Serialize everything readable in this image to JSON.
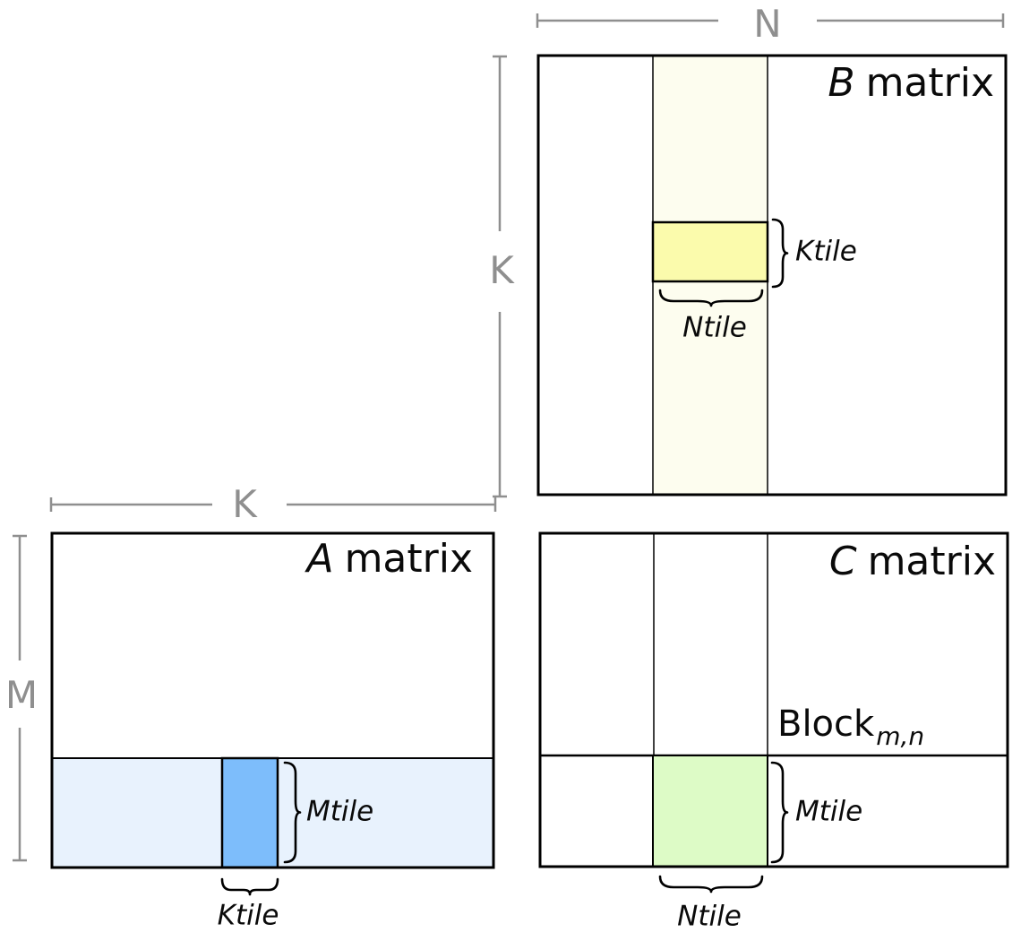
{
  "colors": {
    "background": "#ffffff",
    "outline_black": "#000000",
    "dimension_gray": "#8f8f8f",
    "b_strip_fill": "#fdfdef",
    "b_tile_fill": "#fbfbac",
    "a_strip_fill": "#e8f2fd",
    "a_tile_fill": "#7dbdfb",
    "c_tile_fill": "#ddfbc6",
    "matrix_fill": "#ffffff"
  },
  "dim_labels": {
    "n": "N",
    "k_b": "K",
    "k_a": "K",
    "m": "M"
  },
  "b_matrix": {
    "title_letter": "B",
    "title_word": "matrix",
    "ktile_label": "Ktile",
    "ntile_label": "Ntile"
  },
  "a_matrix": {
    "title_letter": "A",
    "title_word": "matrix",
    "mtile_label": "Mtile",
    "ktile_label": "Ktile"
  },
  "c_matrix": {
    "title_letter": "C",
    "title_word": "matrix",
    "block_text": "Block",
    "block_subscript": "m,n",
    "mtile_label": "Mtile",
    "ntile_label": "Ntile"
  }
}
